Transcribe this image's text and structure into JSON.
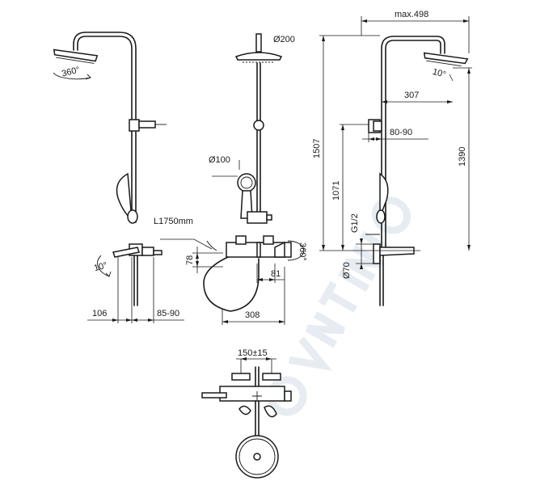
{
  "labels": {
    "rotation_head": "360°",
    "diameter_head": "Ø200",
    "diameter_hand": "Ø100",
    "hose_length": "L1750mm",
    "rotation_spout": "360°",
    "max_width": "max.498",
    "angle_head": "10°",
    "arm_reach": "307",
    "bracket_span": "80-90",
    "total_height": "1507",
    "head_height": "1390",
    "rail_height": "1071",
    "thread": "G1/2",
    "spout_diameter": "Ø70",
    "angle_spout": "10°",
    "spout_offset": "106",
    "wall_span": "85-90",
    "mixer_height": "78",
    "mixer_depth": "81",
    "mixer_width": "308",
    "centers": "150±15"
  },
  "colors": {
    "line": "#1a1a1a",
    "watermark": "#e6ecf2",
    "background": "#ffffff"
  }
}
